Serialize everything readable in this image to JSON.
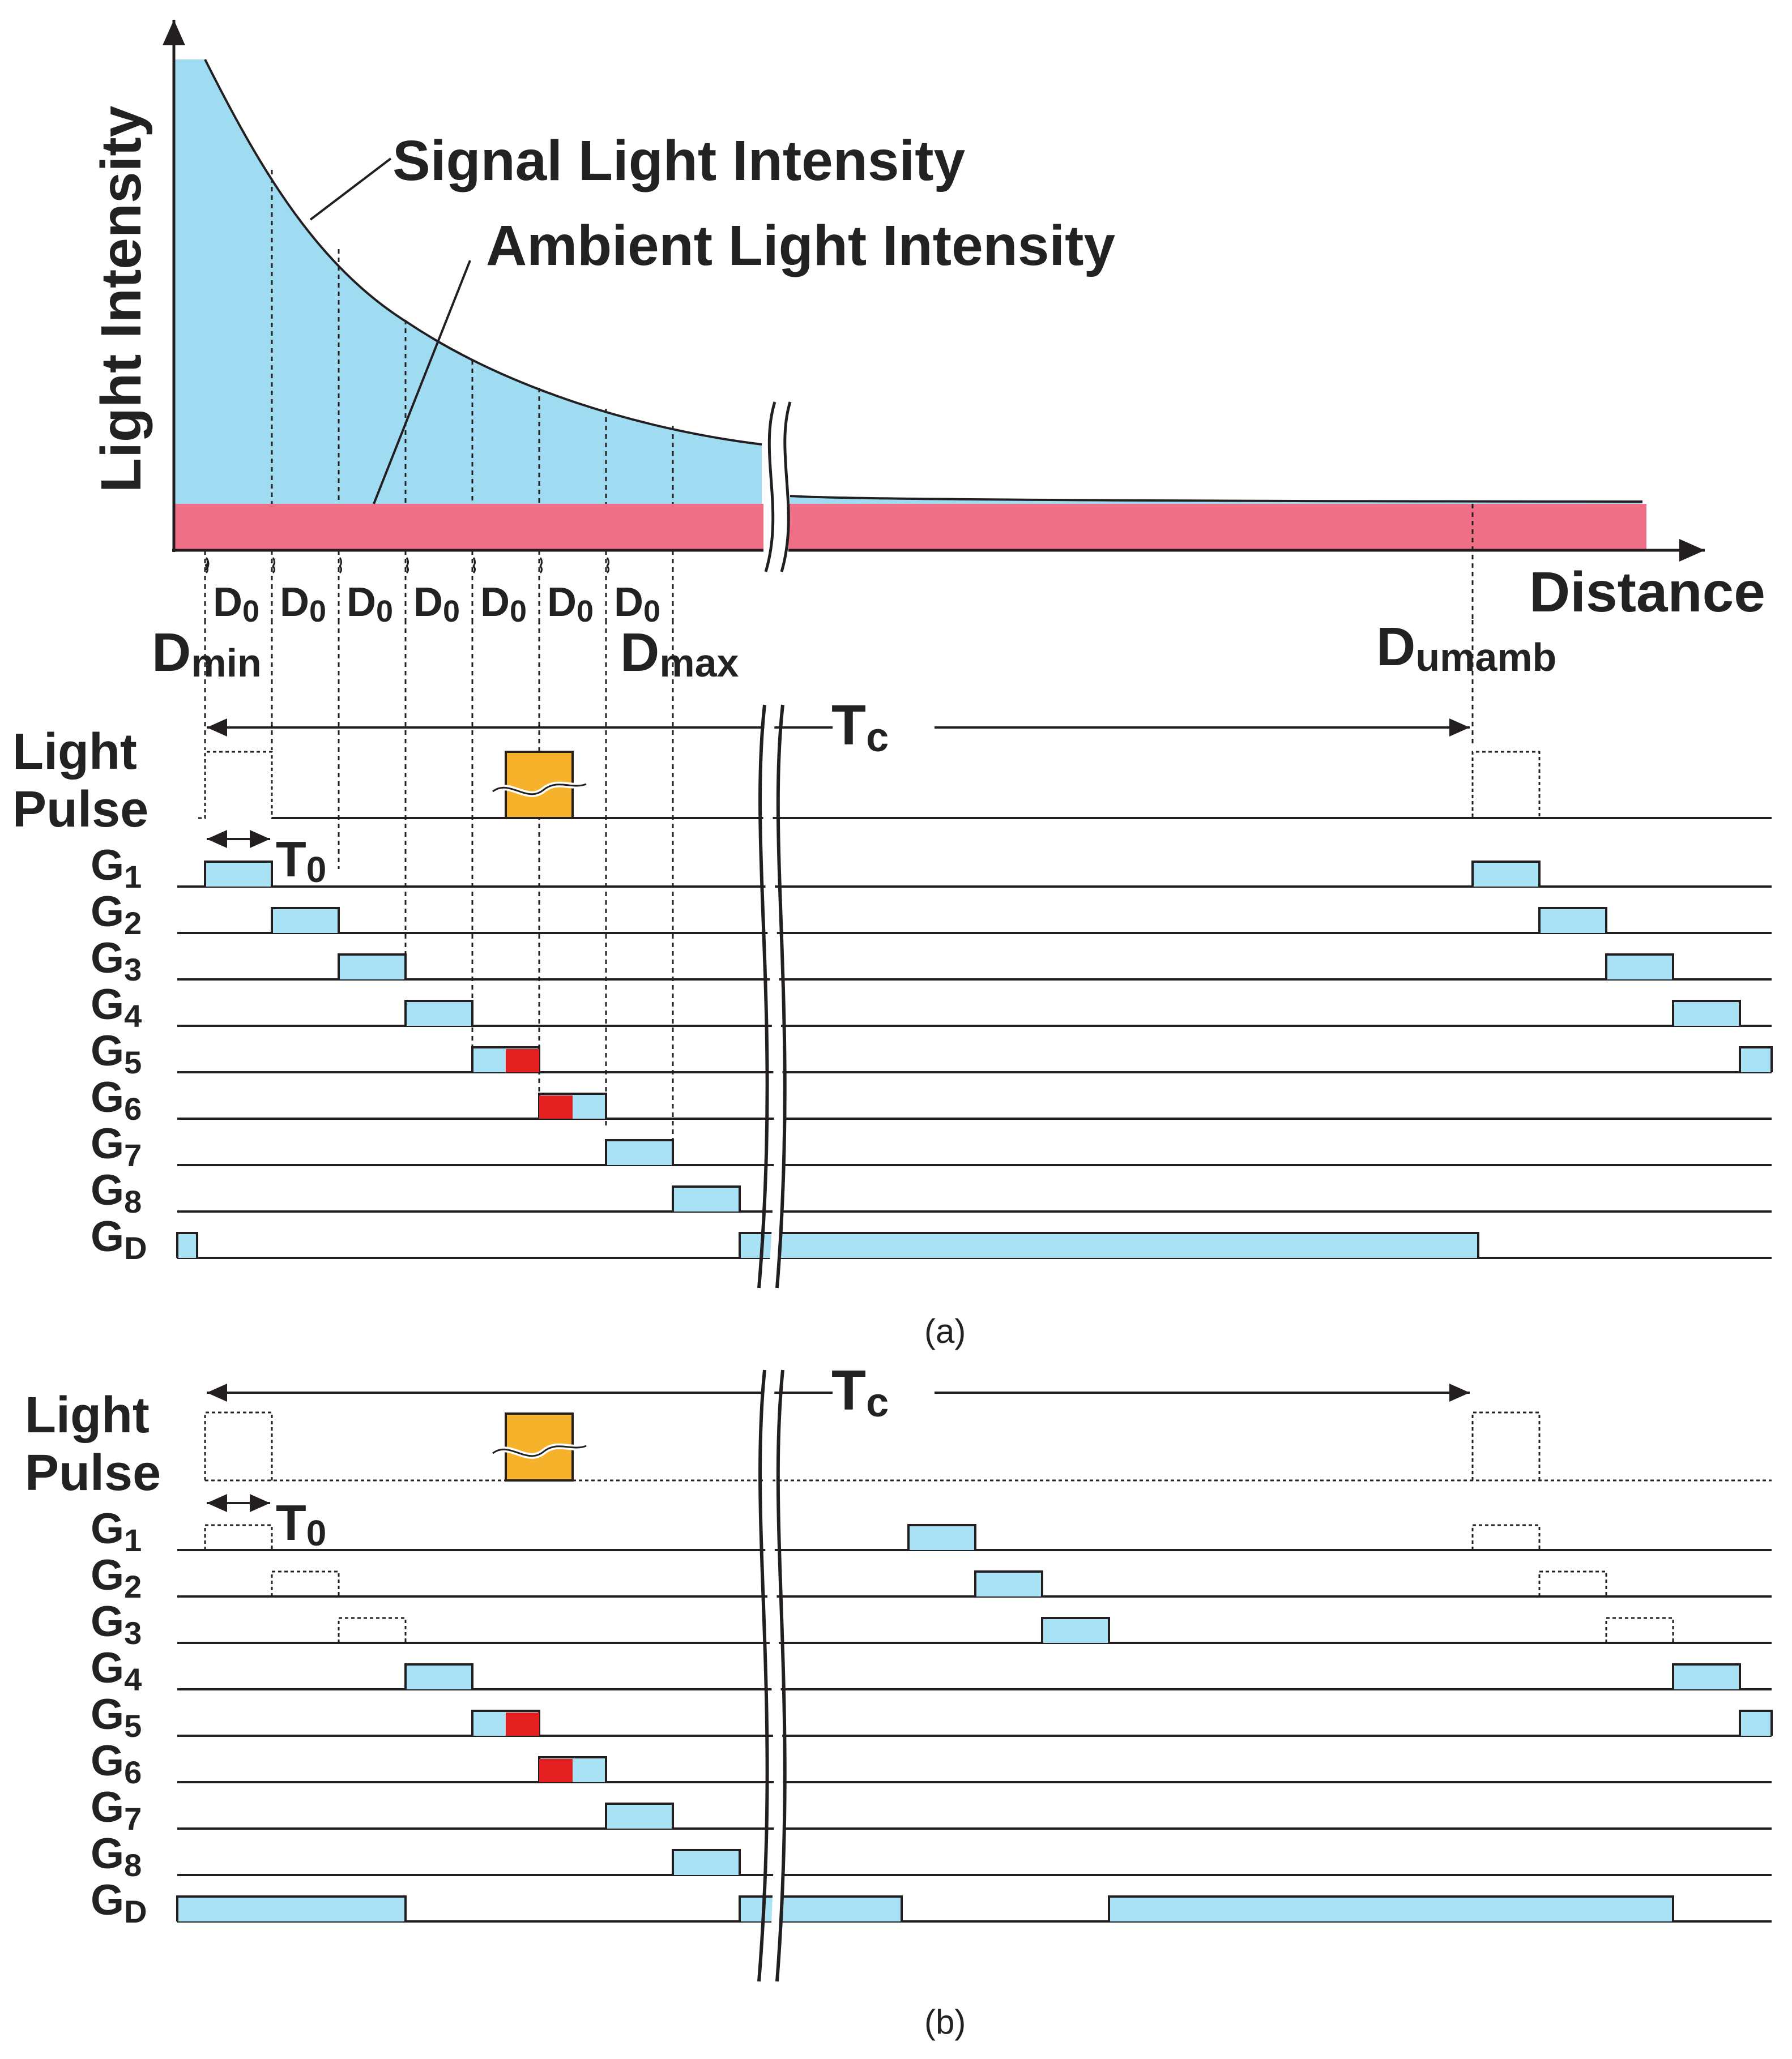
{
  "colors": {
    "signal": "#9fdcf1",
    "ambient": "#ef7086",
    "gate": "#a9e1f5",
    "hit": "#e41f1f",
    "obstacle": "#f6b22b",
    "line": "#231f20"
  },
  "top": {
    "ylabel": "Light Intensity",
    "xlabel": "Distance",
    "signal_label": "Signal Light Intensity",
    "ambient_label": "Ambient Light Intensity",
    "d0": "D",
    "d0_sub": "0",
    "dmin": "D",
    "dmin_sub": "min",
    "dmax": "D",
    "dmax_sub": "max",
    "dumamb": "D",
    "dumamb_sub": "umamb"
  },
  "panels": [
    {
      "caption": "(a)",
      "tc": "T",
      "tc_sub": "c",
      "t0": "T",
      "t0_sub": "0",
      "light_pulse_line1": "Light",
      "light_pulse_line2": "Pulse",
      "gates": [
        {
          "name": "G",
          "sub": "1"
        },
        {
          "name": "G",
          "sub": "2"
        },
        {
          "name": "G",
          "sub": "3"
        },
        {
          "name": "G",
          "sub": "4"
        },
        {
          "name": "G",
          "sub": "5"
        },
        {
          "name": "G",
          "sub": "6"
        },
        {
          "name": "G",
          "sub": "7"
        },
        {
          "name": "G",
          "sub": "8"
        },
        {
          "name": "G",
          "sub": "D"
        }
      ]
    },
    {
      "caption": "(b)",
      "tc": "T",
      "tc_sub": "c",
      "t0": "T",
      "t0_sub": "0",
      "light_pulse_line1": "Light",
      "light_pulse_line2": "Pulse",
      "gates": [
        {
          "name": "G",
          "sub": "1"
        },
        {
          "name": "G",
          "sub": "2"
        },
        {
          "name": "G",
          "sub": "3"
        },
        {
          "name": "G",
          "sub": "4"
        },
        {
          "name": "G",
          "sub": "5"
        },
        {
          "name": "G",
          "sub": "6"
        },
        {
          "name": "G",
          "sub": "7"
        },
        {
          "name": "G",
          "sub": "8"
        },
        {
          "name": "G",
          "sub": "D"
        }
      ]
    }
  ]
}
